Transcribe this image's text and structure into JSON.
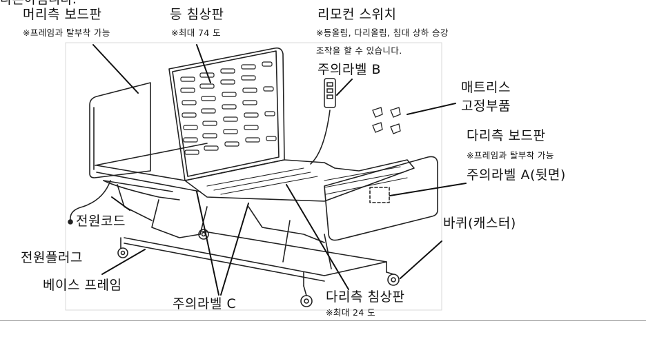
{
  "top_cut_text": "다른아림니다.",
  "labels": {
    "headboard": "머리측 보드판",
    "headboard_note": "※프레임과 탈부착 가능",
    "back_deck": "등 침상판",
    "back_deck_note": "※최대 74 도",
    "remote": "리모컨 스위치",
    "remote_note_1": "※등올림,  다리올림,  침대  상하  승강",
    "remote_note_2": "조작을 할 수 있습니다.",
    "warning_b": "주의라벨 B",
    "mattress_parts_1": "매트리스",
    "mattress_parts_2": "고정부품",
    "footboard": "다리측 보드판",
    "footboard_note": "※프레임과 탈부착 가능",
    "warning_a": "주의라벨 A(뒷면)",
    "caster": "바퀴(캐스터)",
    "power_cord": "전원코드",
    "power_plug": "전원플러그",
    "base_frame": "베이스 프레임",
    "warning_c": "주의라벨 C",
    "leg_deck": "다리측 침상판",
    "leg_deck_note": "※최대 24 도"
  }
}
